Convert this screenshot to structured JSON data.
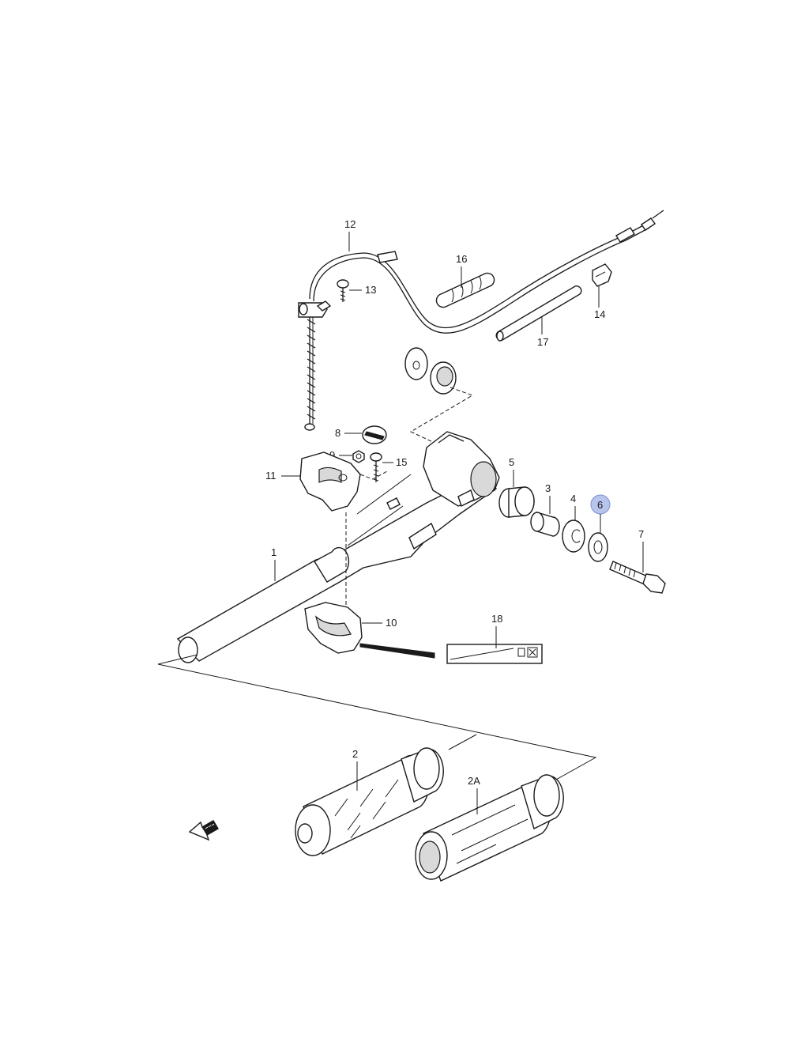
{
  "labels": {
    "p1": "1",
    "p2": "2",
    "p2a": "2A",
    "p3": "3",
    "p4": "4",
    "p5": "5",
    "p6": "6",
    "p7": "7",
    "p8": "8",
    "p9": "9",
    "p10": "10",
    "p11": "11",
    "p12": "12",
    "p13": "13",
    "p14": "14",
    "p15": "15",
    "p16": "16",
    "p17": "17",
    "p18": "18"
  },
  "highlight": {
    "part": "6",
    "color": "#9fb0e6"
  },
  "fwd_icon": "fwd-arrow-icon"
}
